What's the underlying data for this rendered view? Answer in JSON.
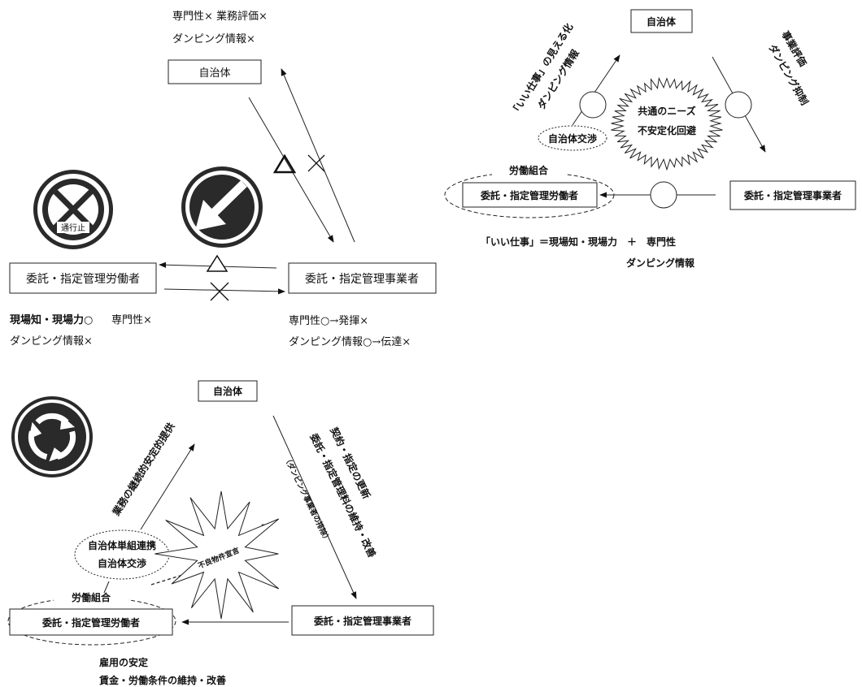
{
  "diagram1": {
    "top_note_1": "専門性× 業務評価×",
    "top_note_2": "ダンピング情報×",
    "municipality": "自治体",
    "contractor": "委託・指定管理事業者",
    "worker": "委託・指定管理労働者",
    "sign_no_entry_label": "通行止",
    "worker_note_1a": "現場知・現場力○",
    "worker_note_1b": "専門性×",
    "worker_note_2": "ダンピング情報×",
    "contractor_note_1": "専門性○→発揮×",
    "contractor_note_2": "ダンピング情報○→伝達×",
    "mark_triangle": "△",
    "mark_cross": "×"
  },
  "diagram2": {
    "municipality": "自治体",
    "contractor": "委託・指定管理事業者",
    "worker": "委託・指定管理労働者",
    "union_label": "労働組合",
    "negotiation": "自治体交渉",
    "center_1": "共通のニーズ",
    "center_2": "不安定化回避",
    "left_arrow_1": "「いい仕事」の見える化",
    "left_arrow_2": "ダンピング情報",
    "right_arrow_1": "事業評価",
    "right_arrow_2": "ダンピング抑制",
    "bottom_1": "「いい仕事」＝現場知・現場力　＋　専門性",
    "bottom_2": "ダンピング情報"
  },
  "diagram3": {
    "municipality": "自治体",
    "contractor": "委託・指定管理事業者",
    "worker": "委託・指定管理労働者",
    "union_label": "労働組合",
    "alliance_1": "自治体単組連携",
    "alliance_2": "自治体交渉",
    "left_arrow": "業務の継続的安定的提供",
    "right_arrow_1": "契約・指定の更新",
    "right_arrow_2": "委託・指定管理料の維持・改善",
    "right_arrow_3": "（ダンピング事業者の排除）",
    "center": "不良物件宣言",
    "bottom_1": "雇用の安定",
    "bottom_2": "賃金・労働条件の維持・改善"
  }
}
